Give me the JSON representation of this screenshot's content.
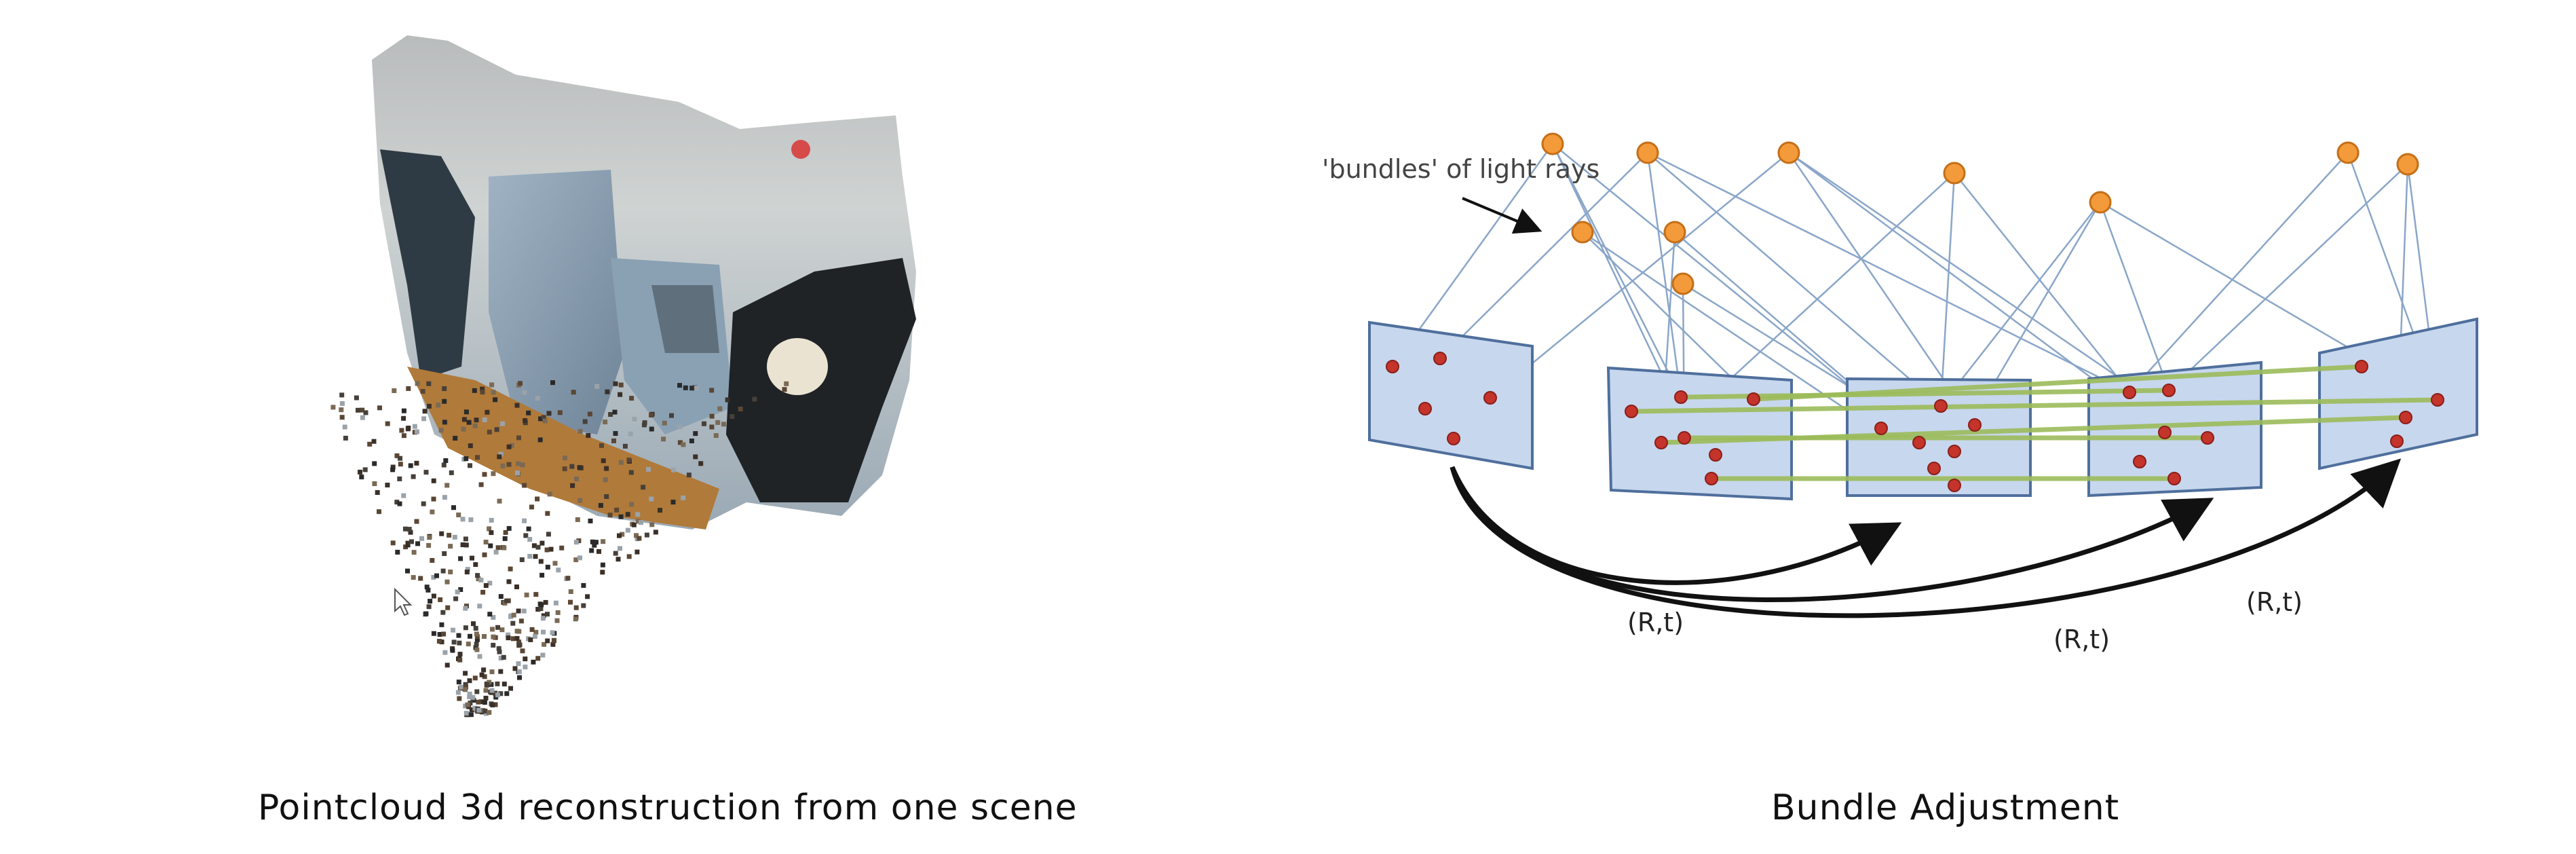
{
  "left": {
    "caption": "Pointcloud 3d reconstruction from one scene"
  },
  "right": {
    "caption": "Bundle Adjustment",
    "annotation": "'bundles' of light rays",
    "transform_labels": [
      "(R,t)",
      "(R,t)",
      "(R,t)"
    ],
    "colors": {
      "frame_fill": "#c7d7ee",
      "frame_stroke": "#4f6f9c",
      "landmark": "#f39a3a",
      "keypoint": "#c4342b",
      "ray": "#8aa6c8",
      "match": "#9cbc5a",
      "arrow": "#111111"
    }
  }
}
